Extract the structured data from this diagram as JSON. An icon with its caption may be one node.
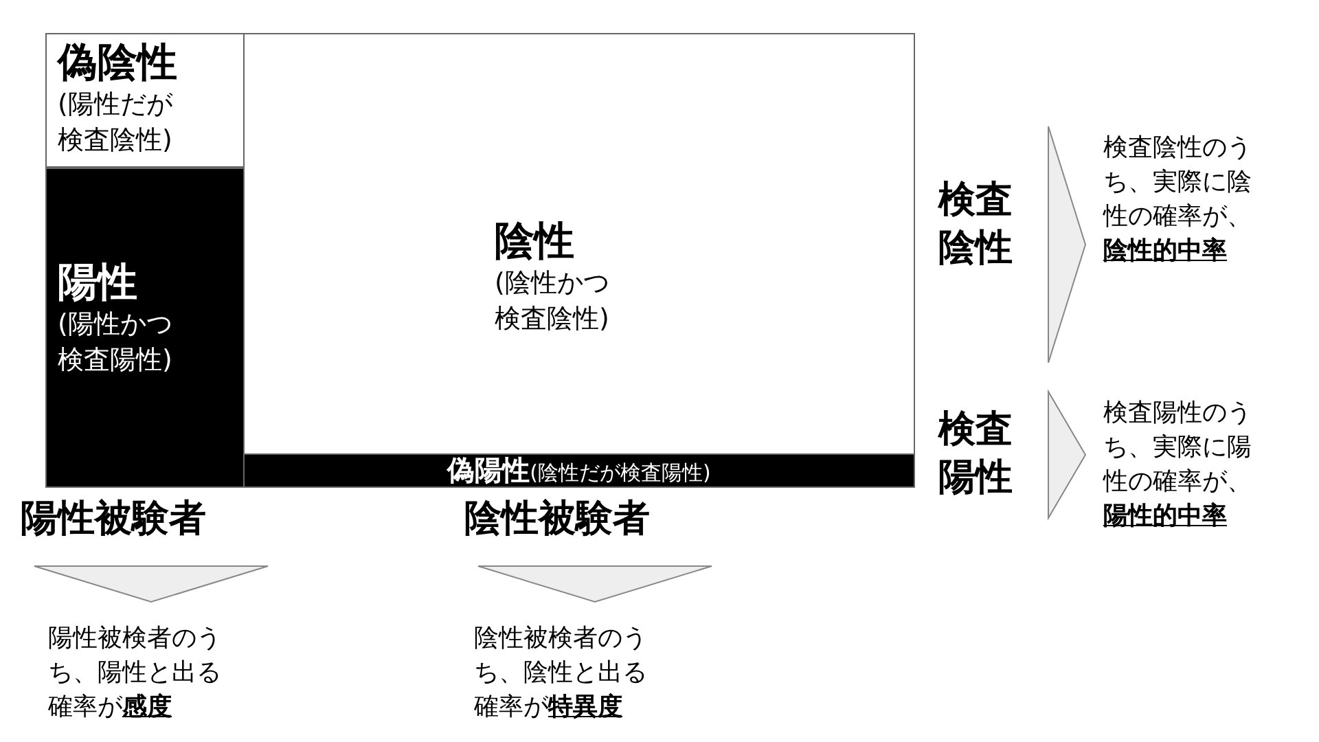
{
  "diagram": {
    "nodes": [
      {
        "text": [
          "偽陰性",
          "(陽性だが検査陰性)"
        ]
      },
      {
        "text": [
          "陽性",
          "(陽性かつ検査陽性)"
        ]
      },
      {
        "text": [
          "陰性",
          "(陰性かつ検査陰性)"
        ]
      },
      {
        "text": [
          "偽陽性",
          "(陰性だが検査陽性)"
        ]
      },
      {
        "text": [
          "陽性被験者"
        ]
      },
      {
        "text": [
          "陽性被検者のうち、陽性と出る確率が**感度**"
        ]
      },
      {
        "text": [
          "陰性被験者"
        ]
      },
      {
        "text": [
          "陰性被検者のうち、陰性と出る確率が**特異度**"
        ]
      },
      {
        "text": [
          "検査陰性"
        ]
      },
      {
        "text": [
          "検査陰性のうち、実際に陰性の確率が、**陰性的中率**"
        ]
      },
      {
        "text": [
          "検査陽性"
        ]
      },
      {
        "text": [
          "検査陽性のうち、実際に陽性の確率が、**陽性的中率**"
        ]
      }
    ],
    "edges": [
      {
        "from": 4,
        "to": 5,
        "arrow": "to"
      },
      {
        "from": 6,
        "to": 7,
        "arrow": "to"
      },
      {
        "from": 8,
        "to": 9,
        "arrow": "to"
      },
      {
        "from": 10,
        "to": 11,
        "arrow": "to"
      }
    ]
  }
}
